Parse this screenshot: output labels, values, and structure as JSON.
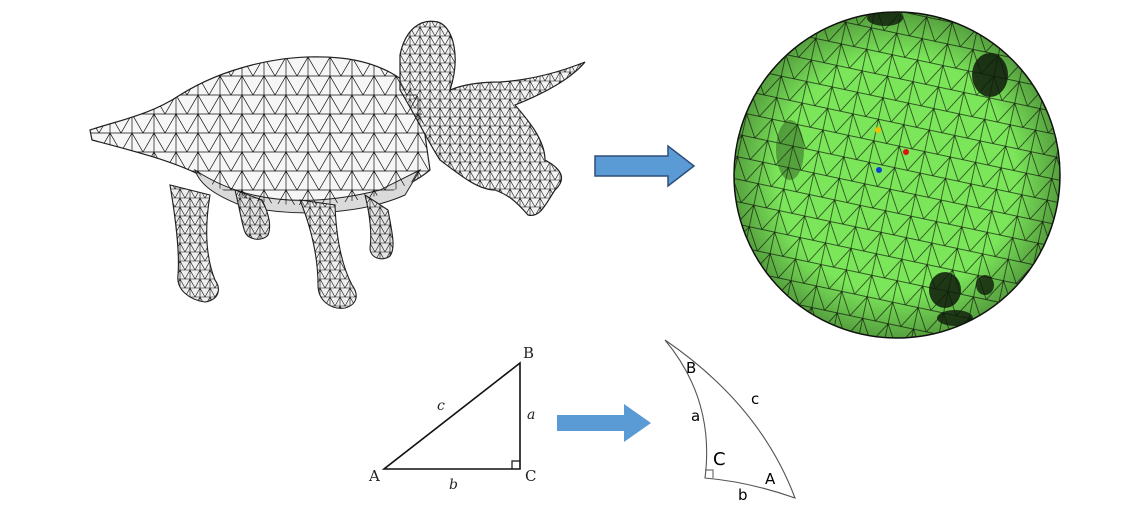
{
  "colors": {
    "arrow_fill": "#5b9bd5",
    "arrow_stroke": "#2e4f79",
    "sphere_fill": "#7be65a",
    "mesh_line": "#111111",
    "dino_fill": "#f7f7f7",
    "dino_shade": "#d9d9d9"
  },
  "icons": [
    "right-arrow-icon"
  ],
  "planar_triangle": {
    "vertex_a": "A",
    "vertex_b": "B",
    "vertex_c": "C",
    "side_a": "a",
    "side_b": "b",
    "side_c": "c"
  },
  "spherical_triangle": {
    "vertex_a": "A",
    "vertex_b": "B",
    "vertex_c": "C",
    "side_a": "a",
    "side_b": "b",
    "side_c": "c"
  }
}
